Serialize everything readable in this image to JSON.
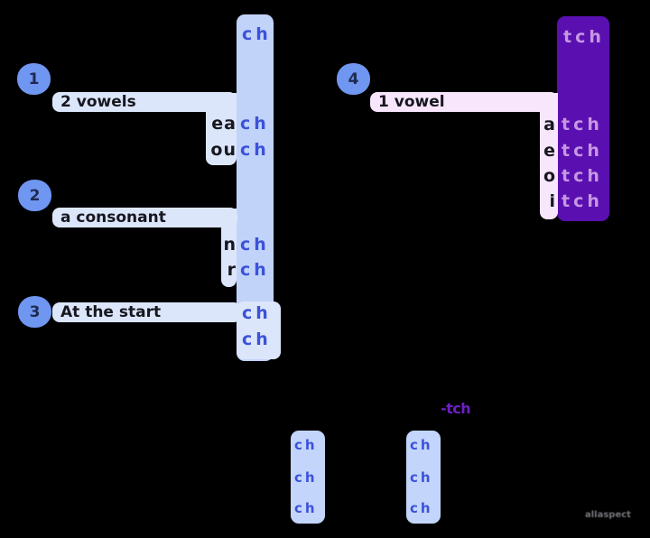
{
  "title": "ch vs tch spelling rules diagram",
  "colors": {
    "background": "#000000",
    "column_blue": "#c1d3f9",
    "box_light_blue": "#dce6fa",
    "text_blue": "#3c52d9",
    "circle_blue": "#6f96f0",
    "circle_number_navy": "#1e2a50",
    "column_purple": "#5a10b0",
    "text_light_purple": "#c697e3",
    "box_pink": "#f7e6fc",
    "callout_purple": "#6b1fc6",
    "text_black": "#17171f",
    "watermark_gray": "#8b8b93"
  },
  "columns": {
    "ch_header": "ch",
    "tch_header": "tch"
  },
  "rules": [
    {
      "number": "1",
      "label": "2 vowels",
      "words": [
        {
          "prefix": "ea",
          "suffix": "ch"
        },
        {
          "prefix": "ou",
          "suffix": "ch"
        }
      ]
    },
    {
      "number": "2",
      "label": "a consonant",
      "words": [
        {
          "prefix": "n",
          "suffix": "ch"
        },
        {
          "prefix": "r",
          "suffix": "ch"
        }
      ]
    },
    {
      "number": "3",
      "label": "At the start",
      "words": [
        {
          "prefix": "",
          "suffix": "ch"
        },
        {
          "prefix": "",
          "suffix": "ch"
        }
      ]
    },
    {
      "number": "4",
      "label": "1 vowel",
      "words": [
        {
          "prefix": "a",
          "suffix": "tch"
        },
        {
          "prefix": "e",
          "suffix": "tch"
        },
        {
          "prefix": "o",
          "suffix": "tch"
        },
        {
          "prefix": "i",
          "suffix": "tch"
        }
      ]
    }
  ],
  "bottom": {
    "tch_label": "-tch",
    "left_column": [
      "ch",
      "ch",
      "ch"
    ],
    "right_column": [
      "ch",
      "ch",
      "ch"
    ]
  },
  "watermark": "allaspect"
}
